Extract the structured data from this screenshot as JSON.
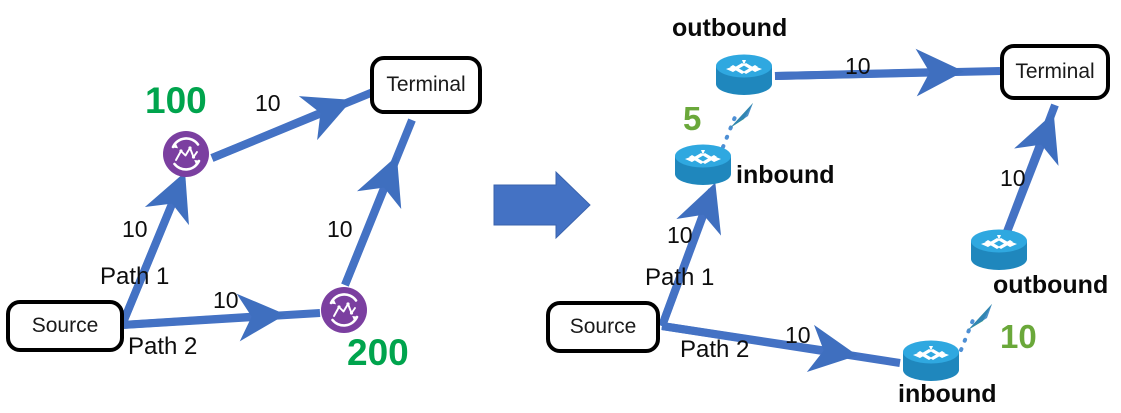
{
  "diagram": {
    "title": "Network path monitoring: passive vs in-band measurement",
    "colors": {
      "link_blue": "#4472C4",
      "block_arrow_blue": "#4472C4",
      "green_bright": "#00a44d",
      "green_olive": "#6aa83a",
      "purple_node": "#7b3fa0",
      "router_blue": "#29a8e0",
      "router_blue_dark": "#1f7fb5",
      "box_border": "#000000",
      "dot_blue": "#4e8fd4",
      "arrow_green": "#3fa86a"
    },
    "transition_arrow": {
      "name": "block-arrow-right"
    },
    "left_panel": {
      "name": "before-diagram",
      "nodes": {
        "source": {
          "label": "Source",
          "icon": "rounded-box"
        },
        "terminal": {
          "label": "Terminal",
          "icon": "rounded-box"
        },
        "probe_top": {
          "icon": "purple-monitor-icon",
          "value": "100"
        },
        "probe_bottom": {
          "icon": "purple-monitor-icon",
          "value": "200"
        }
      },
      "edge_labels": [
        {
          "text": "10",
          "edge": "source-to-probe-top"
        },
        {
          "text": "10",
          "edge": "probe-top-to-terminal"
        },
        {
          "text": "10",
          "edge": "source-to-probe-bottom"
        },
        {
          "text": "10",
          "edge": "probe-bottom-to-terminal"
        }
      ],
      "path_labels": [
        {
          "text": "Path 1"
        },
        {
          "text": "Path 2"
        }
      ]
    },
    "right_panel": {
      "name": "after-diagram",
      "nodes": {
        "source": {
          "label": "Source",
          "icon": "rounded-box"
        },
        "terminal": {
          "label": "Terminal",
          "icon": "rounded-box"
        },
        "router_p1_outbound": {
          "icon": "router-icon",
          "label": "outbound"
        },
        "router_p1_inbound": {
          "icon": "router-icon",
          "label": "inbound"
        },
        "router_p2_inbound": {
          "icon": "router-icon",
          "label": "inbound"
        },
        "router_p2_outbound": {
          "icon": "router-icon",
          "label": "outbound"
        }
      },
      "edge_labels": [
        {
          "text": "10",
          "edge": "source-to-inbound-top"
        },
        {
          "text": "10",
          "edge": "outbound-top-to-terminal"
        },
        {
          "text": "10",
          "edge": "source-to-inbound-bottom"
        },
        {
          "text": "10",
          "edge": "outbound-bottom-to-terminal"
        }
      ],
      "path_labels": [
        {
          "text": "Path 1"
        },
        {
          "text": "Path 2"
        }
      ],
      "measurements": [
        {
          "text": "5",
          "edge": "inbound-top-to-outbound-top"
        },
        {
          "text": "10",
          "edge": "inbound-bottom-to-outbound-bottom"
        }
      ]
    }
  }
}
